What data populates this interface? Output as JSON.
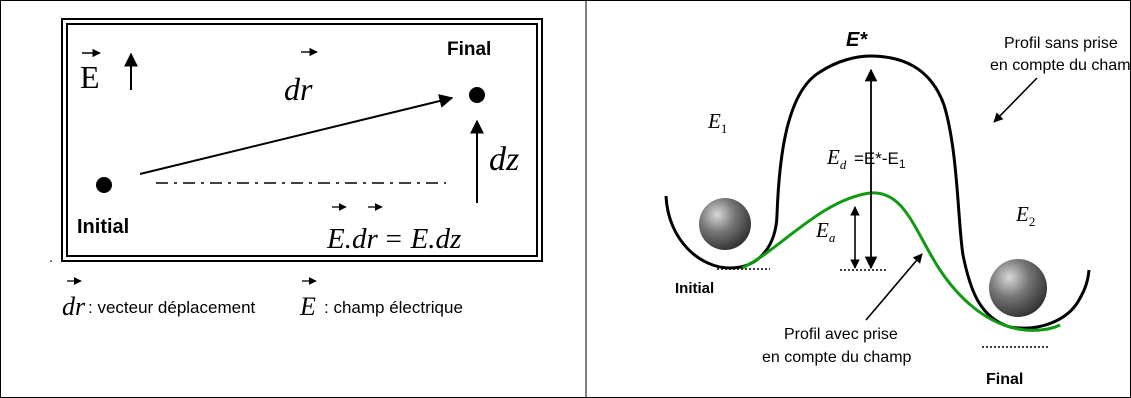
{
  "left_panel": {
    "vec_e_symbol": "E",
    "vec_dr_symbol": "dr",
    "dz_label": "dz",
    "final_label": "Final",
    "initial_label": "Initial",
    "equation_lhs_e": "E",
    "equation_dot": ".",
    "equation_lhs_dr": "dr",
    "equation_rhs": "= E.dz",
    "dot_mark": ".",
    "legend_dr": "dr",
    "legend_dr_text": ": vecteur déplacement",
    "legend_e": "E",
    "legend_e_text": ": champ électrique"
  },
  "right_panel": {
    "e_star": "E*",
    "profile_without_line1": "Profil sans prise",
    "profile_without_line2": "en compte du champ",
    "e1_main": "E",
    "e1_sub": "1",
    "ed_main": "E",
    "ed_sub": "d",
    "ed_formula": "=E*-E",
    "ed_formula_sub": "1",
    "e2_main": "E",
    "e2_sub": "2",
    "ea_main": "E",
    "ea_sub": "a",
    "initial_label": "Initial",
    "final_label": "Final",
    "profile_with_line1": "Profil avec prise",
    "profile_with_line2": "en compte du champ"
  },
  "colors": {
    "field_profile": "#119a11",
    "ball": "#555555",
    "frame": "#000000"
  }
}
